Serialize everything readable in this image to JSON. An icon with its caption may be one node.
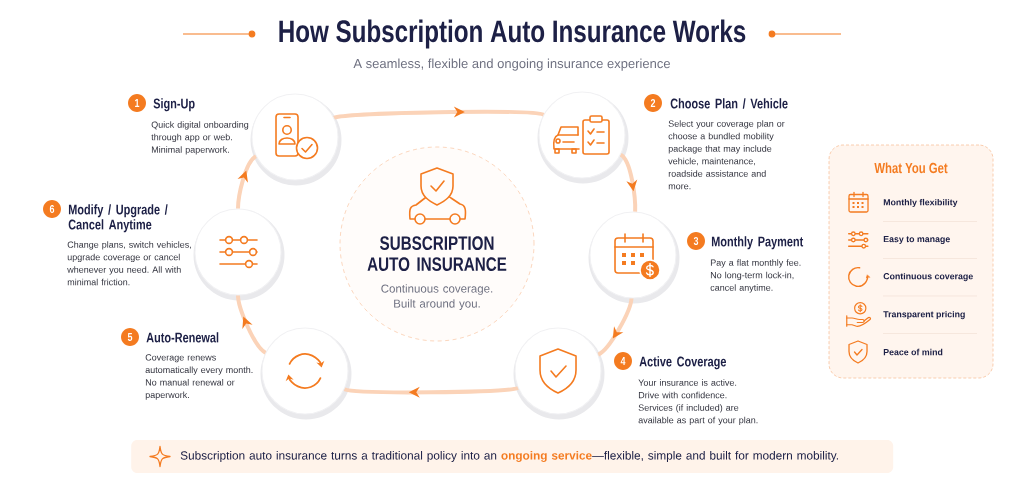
{
  "diagram": {
    "title": "How Subscription Auto Insurance Works",
    "nodes": [
      {
        "text": [],
        "shape": "circle",
        "beside": [
          "1",
          "Sign-Up",
          "Quick digital onboarding through app or web. Minimal paperwork."
        ]
      },
      {
        "text": [],
        "shape": "circle",
        "beside": [
          "2",
          "Choose Plan / Vehicle",
          "Select your coverage plan or choose a bundled mobility package that may include vehicle, maintenance, roadside assistance and more."
        ]
      },
      {
        "text": [],
        "shape": "circle",
        "beside": [
          "3",
          "Monthly Payment",
          "Pay a flat monthly fee. No long-term lock-in, cancel anytime."
        ]
      },
      {
        "text": [],
        "shape": "circle",
        "beside": [
          "4",
          "Active Coverage",
          "Your insurance is active. Drive with confidence. Services (if included) are available as part of your plan."
        ]
      },
      {
        "text": [],
        "shape": "circle",
        "beside": [
          "5",
          "Auto-Renewal",
          "Coverage renews automatically every month. No manual renewal or paperwork."
        ]
      },
      {
        "text": [],
        "shape": "circle",
        "beside": [
          "6",
          "Modify / Upgrade / Cancel Anytime",
          "Change plans, switch vehicles, upgrade coverage or cancel whenever you need. All with minimal friction."
        ]
      },
      {
        "text": [
          "SUBSCRIPTION AUTO INSURANCE",
          "Continuous coverage. Built around you."
        ]
      },
      {
        "text": [
          "What You Get",
          "Monthly flexibility",
          "Easy to manage",
          "Continuous coverage",
          "Transparent pricing",
          "Peace of mind"
        ]
      },
      {
        "text": [
          "Subscription auto insurance turns a traditional policy into an **ongoing service**—flexible, simple and built for modern mobility."
        ]
      }
    ],
    "edges": [
      {
        "from": 0,
        "to": 1,
        "arrow": "to"
      },
      {
        "from": 1,
        "to": 2,
        "arrow": "to"
      },
      {
        "from": 2,
        "to": 3,
        "arrow": "to"
      },
      {
        "from": 3,
        "to": 4,
        "arrow": "to"
      },
      {
        "from": 4,
        "to": 5,
        "arrow": "to"
      },
      {
        "from": 5,
        "to": 0,
        "arrow": "to"
      }
    ],
    "labels": [
      "A seamless, flexible and ongoing insurance experience"
    ]
  }
}
